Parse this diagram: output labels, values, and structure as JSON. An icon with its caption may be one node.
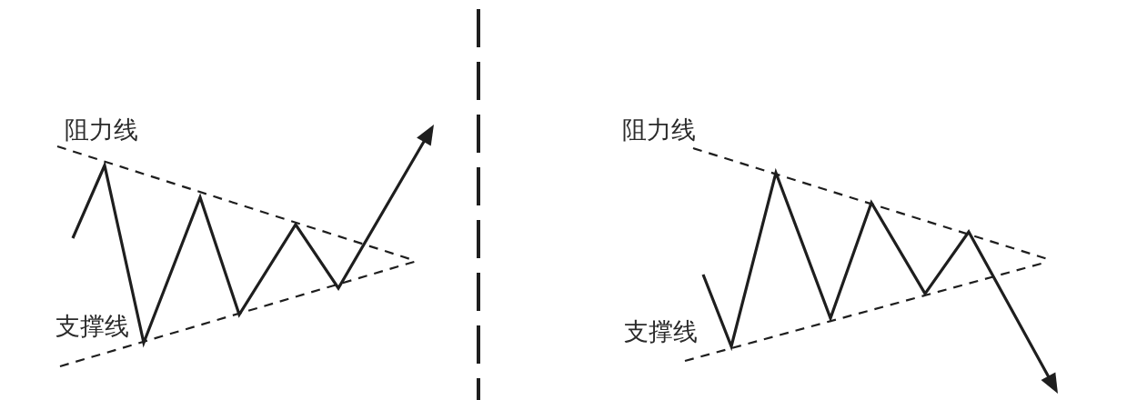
{
  "diagram": {
    "labels": [
      "阻力线",
      "支撑线",
      "阻力线",
      "支撑线"
    ]
  }
}
